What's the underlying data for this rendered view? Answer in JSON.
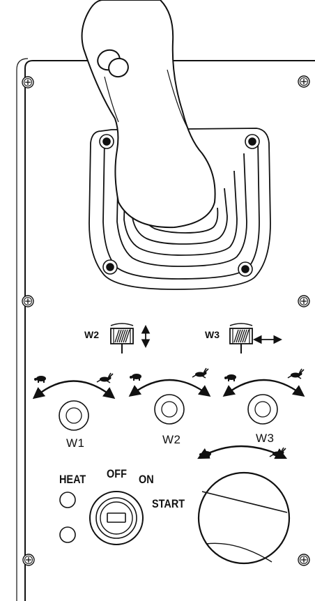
{
  "winch_indicators": {
    "w2": {
      "label": "W2",
      "arrow": "vertical-double-arrow-icon"
    },
    "w3": {
      "label": "W3",
      "arrow": "horizontal-double-arrow-icon"
    }
  },
  "speed_knobs": [
    {
      "label": "W1"
    },
    {
      "label": "W2"
    },
    {
      "label": "W3"
    }
  ],
  "ignition": {
    "heat": "HEAT",
    "off": "OFF",
    "on": "ON",
    "start": "START"
  },
  "icons": [
    "screw-icon",
    "turtle-icon",
    "rabbit-icon",
    "winch-drum-icon",
    "indicator-lamp-icon"
  ],
  "colors": {
    "line": "#111111",
    "background": "#ffffff"
  }
}
